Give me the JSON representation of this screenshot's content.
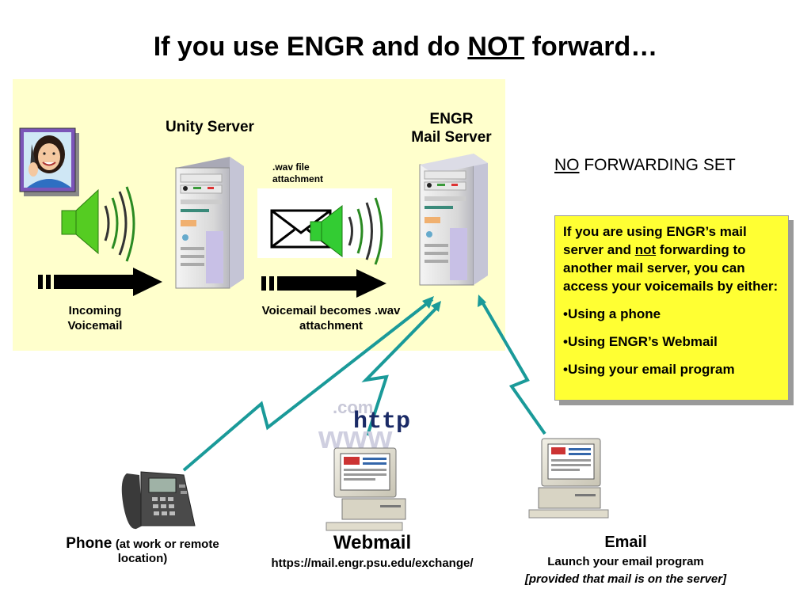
{
  "slide": {
    "title_pre": "If you use ENGR and do ",
    "title_emph": "NOT",
    "title_post": " forward…"
  },
  "servers": {
    "unity_label": "Unity Server",
    "engr_label_line1": "ENGR",
    "engr_label_line2": "Mail Server"
  },
  "flow": {
    "incoming_line1": "Incoming",
    "incoming_line2": "Voicemail",
    "wav_line1": ".wav file",
    "wav_line2": "attachment",
    "becomes_line1": "Voicemail becomes .wav",
    "becomes_line2": "attachment"
  },
  "setting": {
    "no": "NO",
    "rest": " FORWARDING SET"
  },
  "callout": {
    "intro_pre": "If you are using ENGR’s mail server and ",
    "intro_not": "not",
    "intro_post": " forwarding to another mail server, you can access your voicemails by either:",
    "items": [
      "•Using a phone",
      "•Using ENGR’s Webmail",
      "•Using your email program"
    ]
  },
  "access": {
    "phone_label": "Phone",
    "phone_note_line1": "(at work or remote",
    "phone_note_line2": "location)",
    "webmail_label": "Webmail",
    "webmail_url": "https://mail.engr.psu.edu/exchange/",
    "email_label": "Email",
    "email_line1": "Launch your email program",
    "email_line2": "[provided that mail is on the server]",
    "http_logo": "http",
    "com_logo": ".com",
    "www_logo": "www"
  },
  "colors": {
    "panel_bg": "#ffffcc",
    "callout_bg": "#ffff33",
    "connector": "#1a9a99",
    "speaker": "#55cc22"
  },
  "icons": [
    "person-on-phone-icon",
    "speaker-icon",
    "server-tower-icon",
    "envelope-icon",
    "arrow-right-icon",
    "desk-phone-icon",
    "computer-icon"
  ]
}
